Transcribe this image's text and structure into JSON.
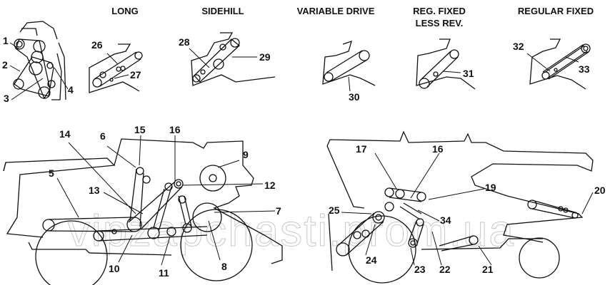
{
  "headers": {
    "long": "LONG",
    "sidehill": "SIDEHILL",
    "variable_drive": "VARIABLE DRIVE",
    "reg_fixed_line1": "REG. FIXED",
    "reg_fixed_line2": "LESS REV.",
    "regular_fixed": "REGULAR FIXED"
  },
  "callouts": {
    "c1": "1",
    "c2": "2",
    "c3": "3",
    "c4": "4",
    "c5": "5",
    "c6": "6",
    "c7": "7",
    "c8": "8",
    "c9": "9",
    "c10": "10",
    "c11": "11",
    "c12": "12",
    "c13": "13",
    "c14": "14",
    "c15": "15",
    "c16": "16",
    "c16b": "16",
    "c17": "17",
    "c19": "19",
    "c20": "20",
    "c21": "21",
    "c22": "22",
    "c23": "23",
    "c24": "24",
    "c25": "25",
    "c26": "26",
    "c27": "27",
    "c28": "28",
    "c29": "29",
    "c30": "30",
    "c31": "31",
    "c32": "32",
    "c33": "33",
    "c34": "34"
  },
  "watermark": "vipzapchasti.prom.ua"
}
